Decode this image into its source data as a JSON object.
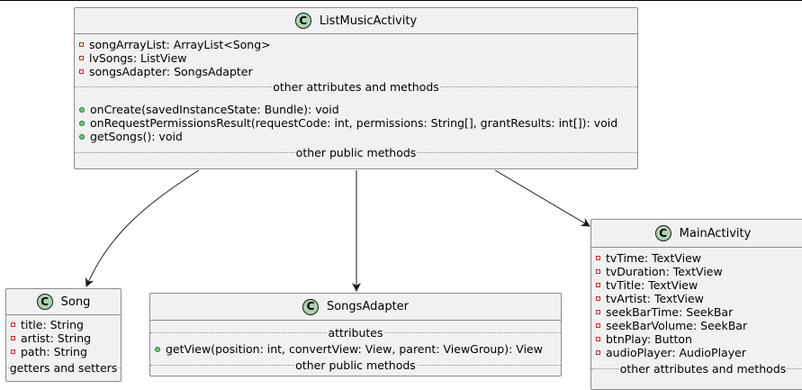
{
  "classes": {
    "list_music_activity": {
      "name": "ListMusicActivity",
      "attributes": [
        "songArrayList: ArrayList<Song>",
        "lvSongs: ListView",
        "songsAdapter: SongsAdapter"
      ],
      "attributes_separator": "other attributes and methods",
      "methods": [
        "onCreate(savedInstanceState: Bundle): void",
        "onRequestPermissionsResult(requestCode: int, permissions: String[], grantResults: int[]): void",
        "getSongs(): void"
      ],
      "methods_separator": "other public methods"
    },
    "song": {
      "name": "Song",
      "attributes": [
        "title: String",
        "artist: String",
        "path: String"
      ],
      "note": "getters and setters"
    },
    "songs_adapter": {
      "name": "SongsAdapter",
      "attributes_separator": "attributes",
      "methods": [
        "getView(position: int, convertView: View, parent: ViewGroup): View"
      ],
      "methods_separator": "other public methods"
    },
    "main_activity": {
      "name": "MainActivity",
      "attributes": [
        "tvTime: TextView",
        "tvDuration: TextView",
        "tvTitle: TextView",
        "tvArtist: TextView",
        "seekBarTime: SeekBar",
        "seekBarVolume: SeekBar",
        "btnPlay: Button",
        "audioPlayer: AudioPlayer"
      ],
      "attributes_separator": "other attributes and methods"
    }
  },
  "class_icon_letter": "C",
  "colors": {
    "class_fill": "#f1f1f1",
    "class_border": "#8c8c8c",
    "icon_fill": "#add1b2",
    "private_marker": "#c82930",
    "public_marker": "#84be84",
    "arrow": "#181818"
  },
  "relations": [
    {
      "from": "ListMusicActivity",
      "to": "Song"
    },
    {
      "from": "ListMusicActivity",
      "to": "SongsAdapter"
    },
    {
      "from": "ListMusicActivity",
      "to": "MainActivity"
    }
  ]
}
